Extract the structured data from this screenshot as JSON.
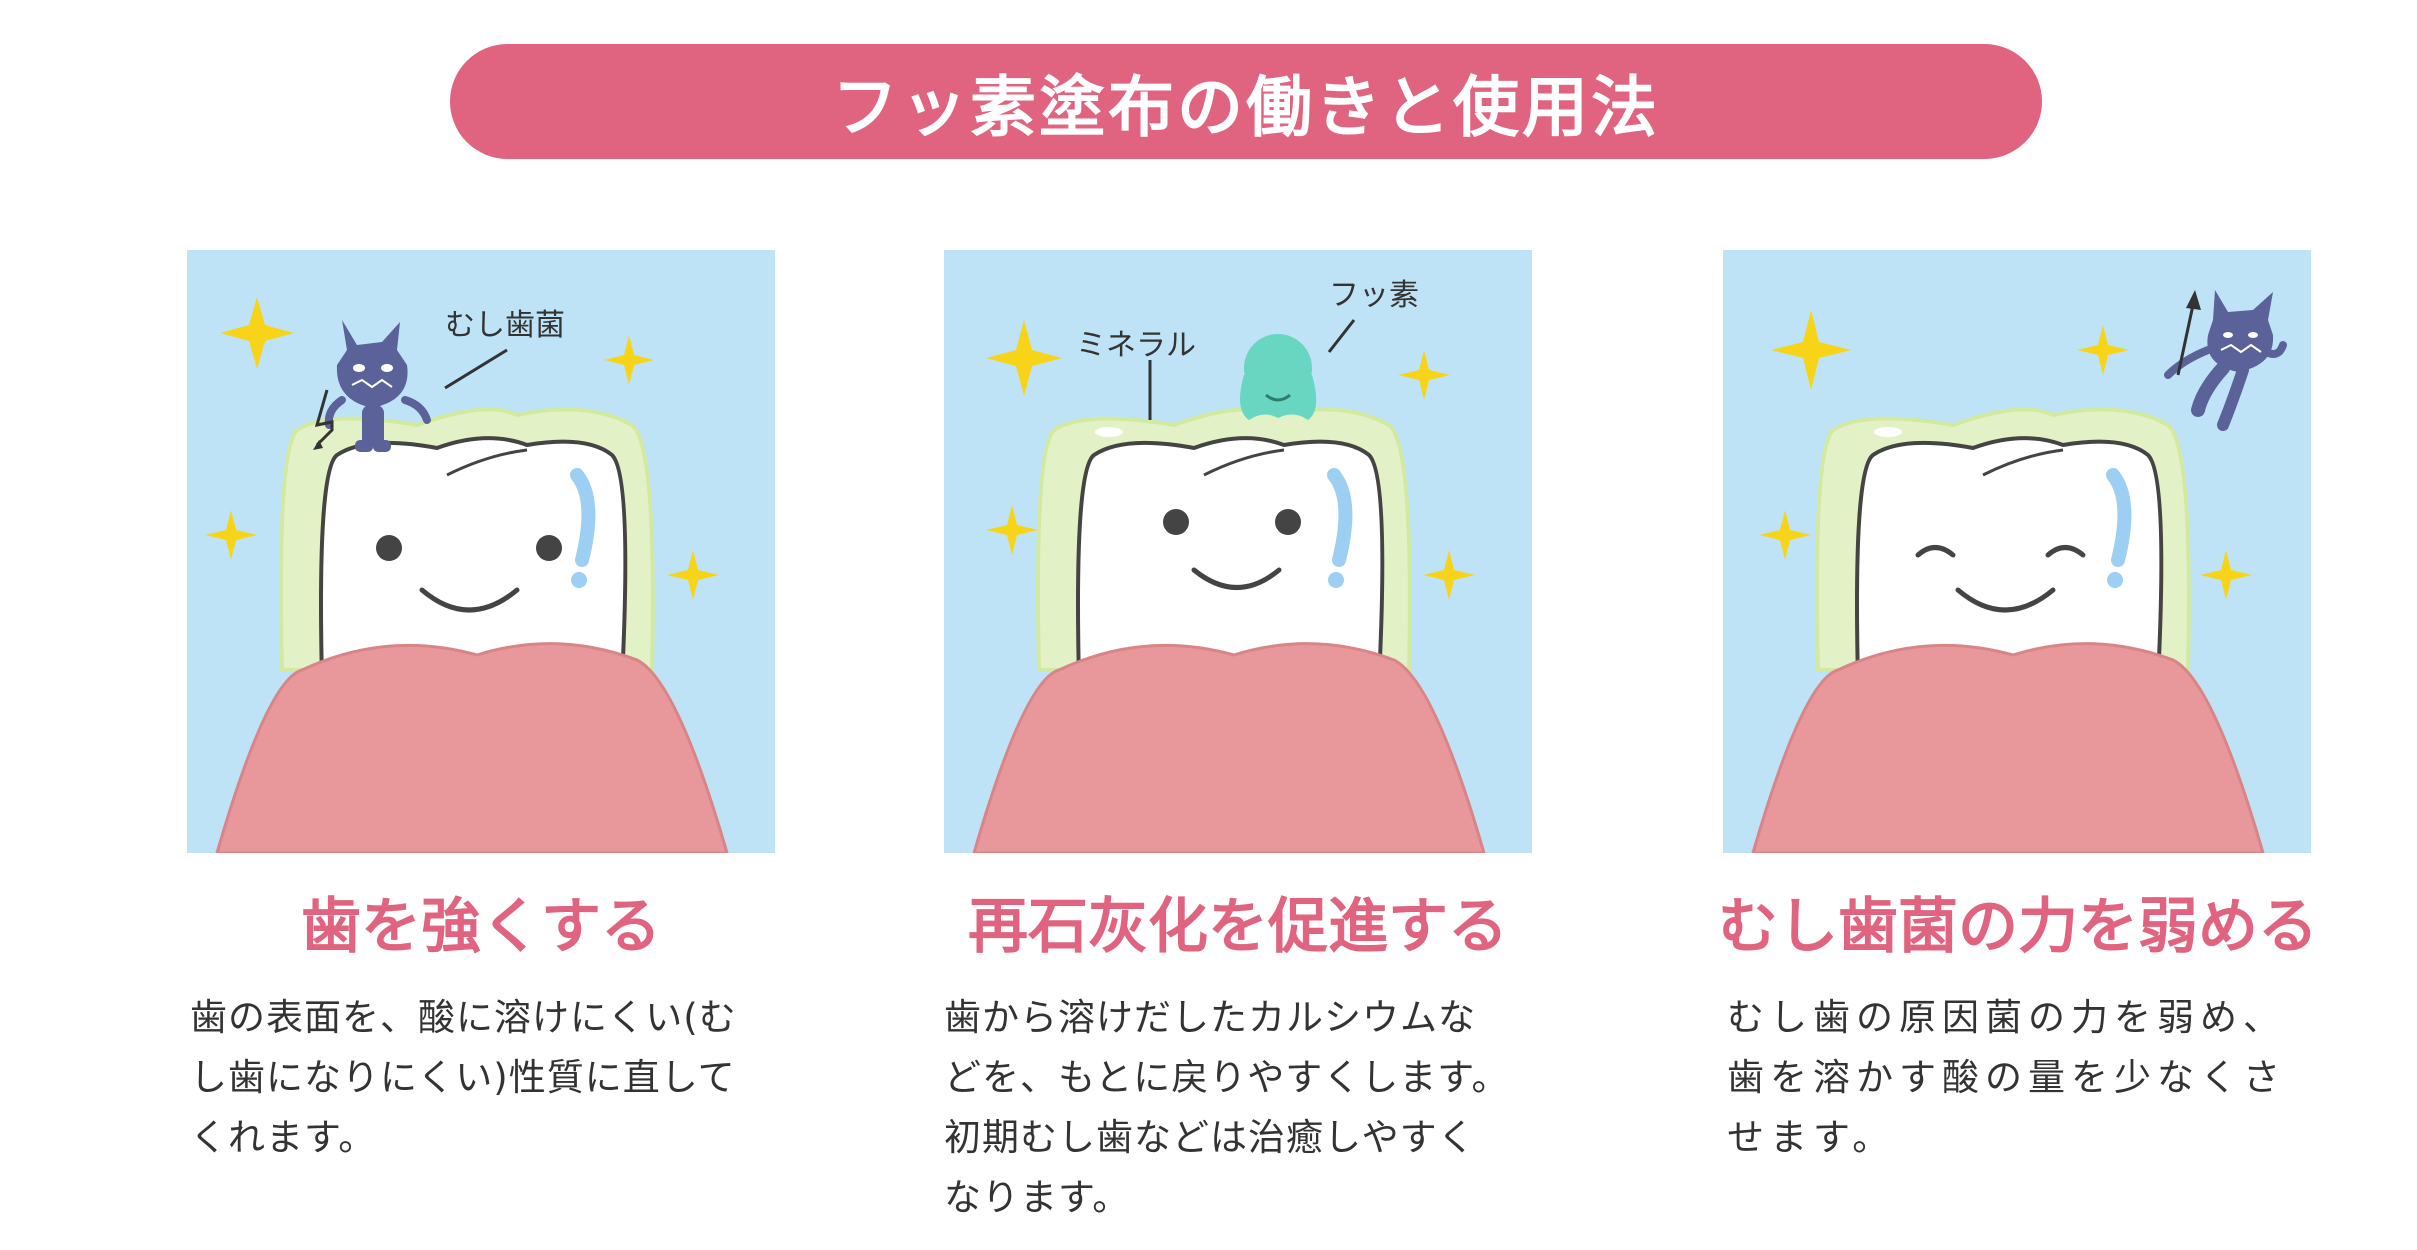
{
  "title": "フッ素塗布の働きと使用法",
  "panels": [
    {
      "callout_label": "むし歯菌",
      "heading": "歯を強くする",
      "description_lines": [
        "歯の表面を、酸に溶けにくい(む",
        "し歯になりにくい)性質に直して",
        "くれます。"
      ]
    },
    {
      "callout_label_left": "ミネラル",
      "callout_label_right": "フッ素",
      "heading": "再石灰化を促進する",
      "description_lines": [
        "歯から溶けだしたカルシウムな",
        "どを、もとに戻りやすくします。",
        "初期むし歯などは治癒しやすく",
        "なります。"
      ]
    },
    {
      "heading": "むし歯菌の力を弱める",
      "description_lines": [
        "むし歯の原因菌の力を弱め、",
        "歯を溶かす酸の量を少なくさ",
        "せます。"
      ]
    }
  ],
  "colors": {
    "banner": "#e0647f",
    "panel_bg": "#bfe3f6",
    "gum": "#e8989a",
    "coating": "#e3f2c6",
    "germ": "#5b6199",
    "fluoride": "#68d6c0",
    "sparkle": "#f7d417"
  }
}
